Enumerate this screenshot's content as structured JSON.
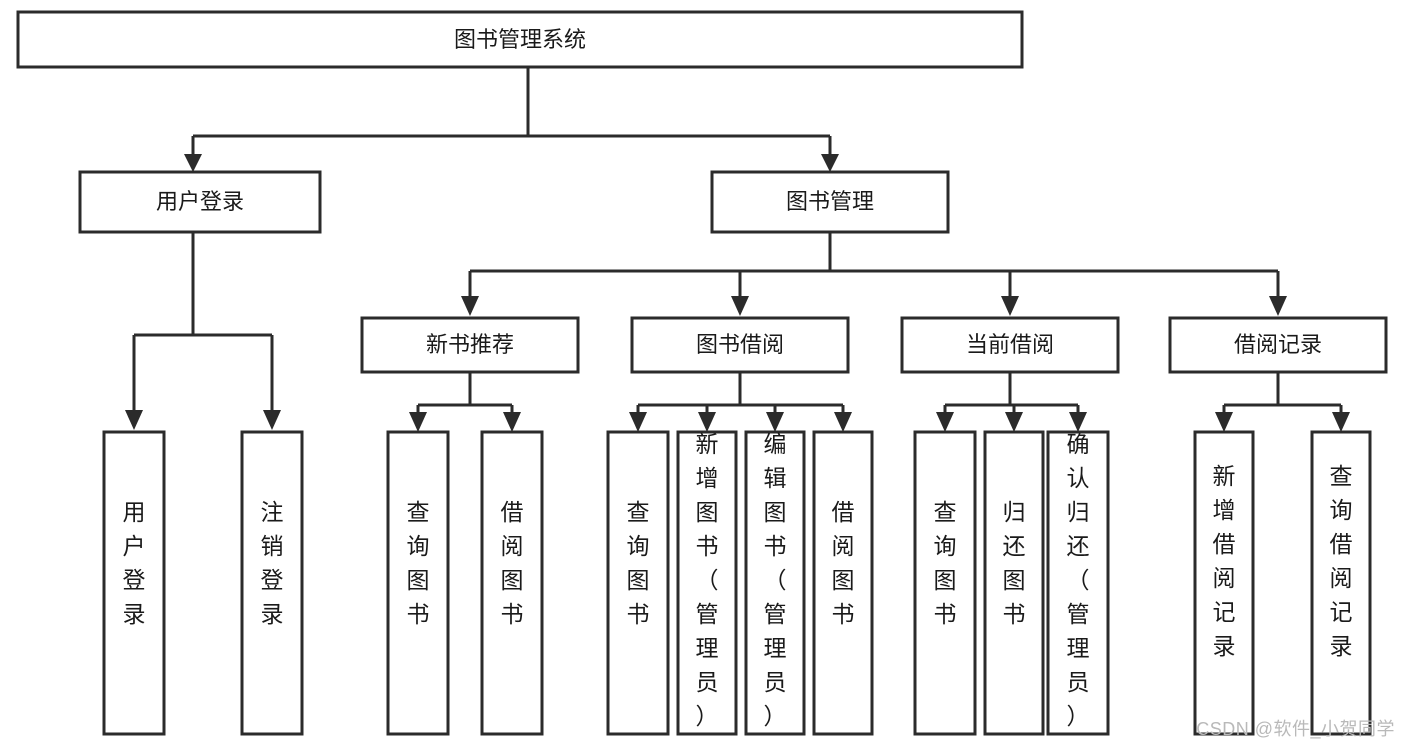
{
  "diagram": {
    "title": "图书管理系统",
    "type": "tree-hierarchy",
    "watermark": "CSDN @软件_小贺同学",
    "colors": {
      "stroke": "#2b2b2b",
      "fill": "#ffffff",
      "text": "#1a1a1a",
      "watermark": "#b9b9b9"
    },
    "nodes": {
      "root": {
        "label": "图书管理系统"
      },
      "level2": [
        {
          "id": "user-login",
          "label": "用户登录"
        },
        {
          "id": "book-manage",
          "label": "图书管理"
        }
      ],
      "level3": [
        {
          "id": "new-book-recommend",
          "label": "新书推荐"
        },
        {
          "id": "book-borrow",
          "label": "图书借阅"
        },
        {
          "id": "current-borrow",
          "label": "当前借阅"
        },
        {
          "id": "borrow-record",
          "label": "借阅记录"
        }
      ],
      "leaves": {
        "user_login": [
          {
            "id": "leaf-user-login",
            "label": "用户登录"
          },
          {
            "id": "leaf-logout-login",
            "label": "注销登录"
          }
        ],
        "new_book_recommend": [
          {
            "id": "leaf-query-book-1",
            "label": "查询图书"
          },
          {
            "id": "leaf-borrow-book-1",
            "label": "借阅图书"
          }
        ],
        "book_borrow": [
          {
            "id": "leaf-query-book-2",
            "label": "查询图书"
          },
          {
            "id": "leaf-add-book",
            "label": "新增图书（管理员）"
          },
          {
            "id": "leaf-edit-book",
            "label": "编辑图书（管理员）"
          },
          {
            "id": "leaf-borrow-book-2",
            "label": "借阅图书"
          }
        ],
        "current_borrow": [
          {
            "id": "leaf-query-book-3",
            "label": "查询图书"
          },
          {
            "id": "leaf-return-book",
            "label": "归还图书"
          },
          {
            "id": "leaf-confirm-return",
            "label": "确认归还（管理员）"
          }
        ],
        "borrow_record": [
          {
            "id": "leaf-add-record",
            "label": "新增借阅记录"
          },
          {
            "id": "leaf-query-record",
            "label": "查询借阅记录"
          }
        ]
      }
    }
  }
}
